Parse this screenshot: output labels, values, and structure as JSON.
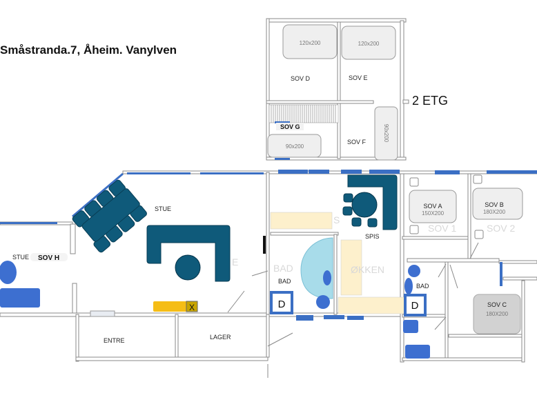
{
  "title": "Småstranda.7,  Åheim. Vanylven",
  "floor2": {
    "label": "2 ETG",
    "rooms": [
      {
        "name": "SOV D",
        "bed": "120x200"
      },
      {
        "name": "SOV E",
        "bed": "120x200"
      },
      {
        "name": "SOV G",
        "bed": "90x200"
      },
      {
        "name": "SOV F",
        "bed": "90x200"
      }
    ]
  },
  "floor1": {
    "stue_main": "STUE",
    "stue_left": "STUE",
    "sov_h": "SOV H",
    "spis": "SPIS",
    "bad_left": "BAD",
    "bad_left_faint": "BAD",
    "bad_right": "BAD",
    "kitchen_faint": "ØKKEN",
    "faint_s": "S",
    "faint_e": "E",
    "entre": "ENTRE",
    "lager": "LAGER",
    "drain_label": "D",
    "stove_label": "X",
    "sov_a": {
      "name": "SOV A",
      "bed": "150X200"
    },
    "sov_b": {
      "name": "SOV B",
      "bed": "180X200"
    },
    "sov_c": {
      "name": "SOV C",
      "bed": "180X200"
    },
    "sov1_faint": "SOV 1",
    "sov2_faint": "SOV 2"
  }
}
